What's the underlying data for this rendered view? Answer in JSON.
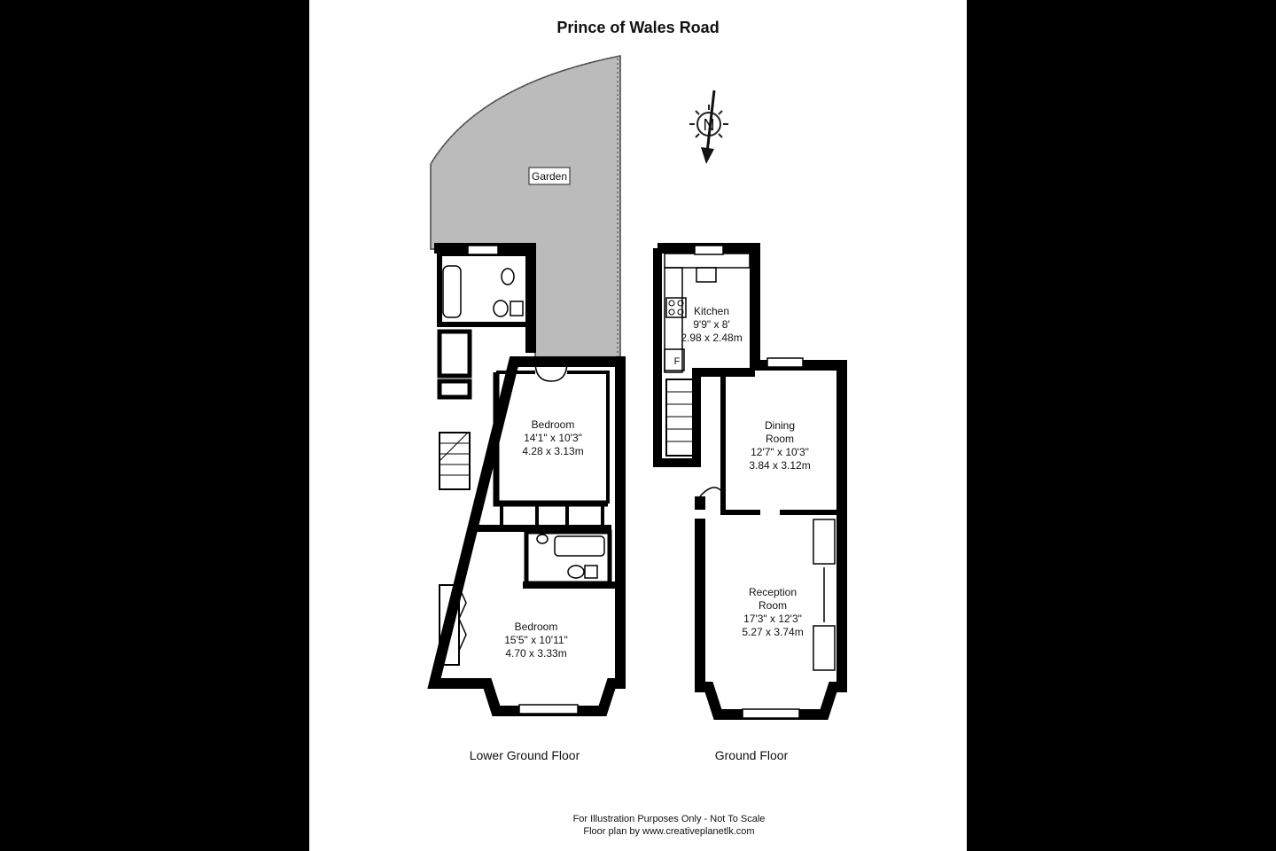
{
  "title": "Prince of Wales Road",
  "compass": {
    "label": "N"
  },
  "garden": {
    "label": "Garden"
  },
  "lower_ground": {
    "caption": "Lower Ground Floor",
    "bedroom_rear": {
      "name": "Bedroom",
      "imperial": "14'1\" x 10'3\"",
      "metric": "4.28 x 3.13m"
    },
    "bedroom_front": {
      "name": "Bedroom",
      "imperial": "15'5\" x 10'11\"",
      "metric": "4.70 x 3.33m"
    }
  },
  "ground": {
    "caption": "Ground Floor",
    "kitchen": {
      "name": "Kitchen",
      "imperial": "9'9\" x 8'",
      "metric": "2.98 x 2.48m",
      "fridge_label": "F"
    },
    "dining": {
      "name1": "Dining",
      "name2": "Room",
      "imperial": "12'7\" x 10'3\"",
      "metric": "3.84 x 3.12m"
    },
    "reception": {
      "name1": "Reception",
      "name2": "Room",
      "imperial": "17'3\" x 12'3\"",
      "metric": "5.27 x 3.74m"
    }
  },
  "footer": {
    "line1": "For Illustration Purposes Only - Not To Scale",
    "line2": "Floor  plan by www.creativeplanetlk.com"
  }
}
